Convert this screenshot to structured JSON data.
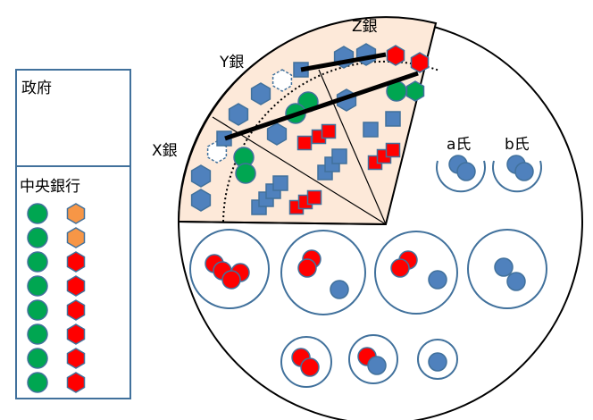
{
  "panel": {
    "government": "政府",
    "central_bank": "中央銀行"
  },
  "banks": {
    "x": "X銀",
    "y": "Y銀",
    "z": "Z銀"
  },
  "persons": {
    "a": "a氏",
    "b": "b氏"
  },
  "colors": {
    "outline": "#41719c",
    "coin_green": "#00a651",
    "hex_orange": "#f79646",
    "hex_red": "#ff0000",
    "deposit_blue": "#4f81bd",
    "sector_fill": "#fde9d9"
  },
  "icons": {
    "green_circle": "reserve-coin-icon",
    "orange_hexagon": "government-bond-icon",
    "red_hexagon": "bond-icon",
    "blue_hexagon": "loan-hexagon-icon",
    "blue_square": "deposit-square-icon",
    "red_square": "loan-square-icon"
  }
}
